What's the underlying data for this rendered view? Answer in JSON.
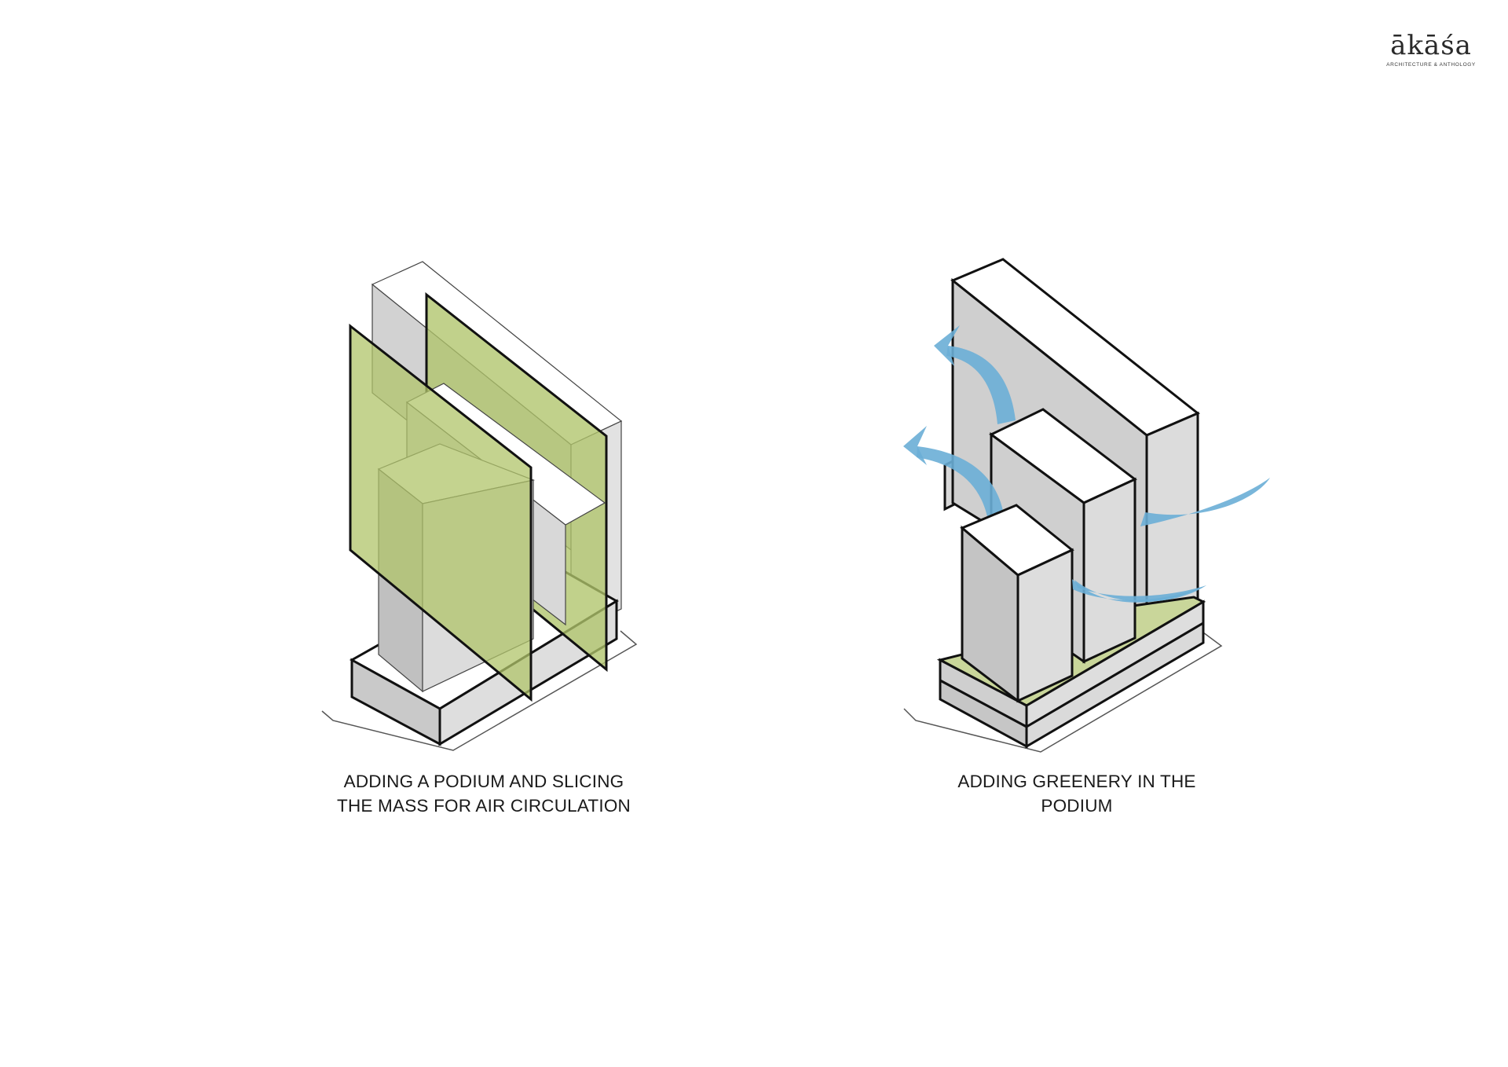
{
  "logo": {
    "wordmark": "ākāśa",
    "tagline": "ARCHITECTURE & ANTHOLOGY"
  },
  "diagrams": [
    {
      "id": "podium-slicing",
      "caption_lines": [
        "ADDING A PODIUM AND SLICING",
        "THE MASS FOR AIR CIRCULATION"
      ]
    },
    {
      "id": "podium-greenery",
      "caption_lines": [
        "ADDING GREENERY IN THE",
        "PODIUM"
      ]
    }
  ],
  "colors": {
    "background": "#ffffff",
    "top_face": "#ffffff",
    "light_face": "#dcdcdc",
    "dark_face": "#c4c4c4",
    "green_plane": "#b0c46a",
    "green_roof": "#c9d69a",
    "air_arrow": "#6aaed6",
    "outline": "#111111"
  },
  "icons": {
    "air_flow": "curved-arrow-icon"
  }
}
